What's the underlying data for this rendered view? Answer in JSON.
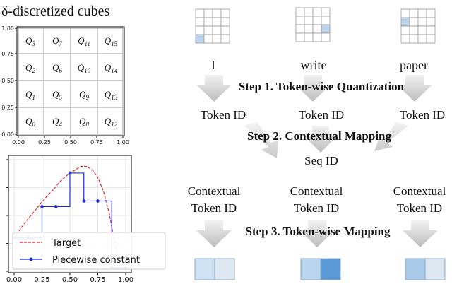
{
  "top_left": {
    "title": "δ-discretized cubes",
    "grid": [
      [
        "Q3",
        "Q7",
        "Q11",
        "Q15"
      ],
      [
        "Q2",
        "Q6",
        "Q10",
        "Q14"
      ],
      [
        "Q1",
        "Q5",
        "Q9",
        "Q13"
      ],
      [
        "Q0",
        "Q4",
        "Q8",
        "Q12"
      ]
    ],
    "y_ticks": [
      "0.00",
      "0.25",
      "0.50",
      "0.75",
      "1.00"
    ],
    "x_ticks": [
      "0.00",
      "0.25",
      "0.50",
      "0.75",
      "1.00"
    ]
  },
  "chart_data": {
    "type": "line",
    "x_ticks": [
      "0.00",
      "0.25",
      "0.50",
      "0.75",
      "1.00"
    ],
    "xlim": [
      0,
      1
    ],
    "legend": {
      "placement": "bottom-right",
      "entries": [
        "Target",
        "Piecewise constant"
      ]
    },
    "grid": true,
    "series": [
      {
        "name": "Target",
        "style": "dashed",
        "color": "#e8252a",
        "x": [
          0.0,
          0.05,
          0.1,
          0.15,
          0.2,
          0.25,
          0.3,
          0.35,
          0.4,
          0.45,
          0.5,
          0.55,
          0.6,
          0.65,
          0.7,
          0.75,
          0.8,
          0.85,
          0.9,
          0.95
        ],
        "y": [
          0.3,
          0.37,
          0.44,
          0.5,
          0.56,
          0.62,
          0.68,
          0.73,
          0.79,
          0.84,
          0.88,
          0.91,
          0.94,
          0.94,
          0.91,
          0.84,
          0.72,
          0.53,
          0.27,
          0.03
        ]
      },
      {
        "name": "Piecewise constant",
        "style": "step",
        "color": "#1f2bd6",
        "points_x": [
          0.0,
          0.125,
          0.25,
          0.375,
          0.5,
          0.625,
          0.75,
          0.875,
          1.0
        ],
        "points_y": [
          0.3,
          0.3,
          0.58,
          0.58,
          0.88,
          0.63,
          0.63,
          0.03,
          0.03
        ]
      }
    ]
  },
  "right": {
    "tokens": [
      {
        "word": "I",
        "highlight_cell": [
          3,
          0
        ]
      },
      {
        "word": "write",
        "highlight_cell": [
          2,
          3
        ]
      },
      {
        "word": "paper",
        "highlight_cell": [
          1,
          0
        ]
      }
    ],
    "step1": "Step 1. Token-wise Quantization",
    "token_id": "Token ID",
    "step2": "Step 2. Contextual Mapping",
    "seq_id": "Seq ID",
    "contextual_line1": "Contextual",
    "contextual_line2": "Token ID",
    "step3": "Step 3. Token-wise Mapping",
    "output_blocks": [
      [
        "#cfe2f3",
        "#dde8f3"
      ],
      [
        "#b9d5ef",
        "#5a98d6"
      ],
      [
        "#a8c9ea",
        "#dde8f3"
      ]
    ]
  },
  "colors": {
    "grid_line": "#9a9a9a",
    "highlight": "#bcd4ec",
    "arrow_light": "#e6e6e6",
    "arrow_dark": "#c8c8c8"
  }
}
